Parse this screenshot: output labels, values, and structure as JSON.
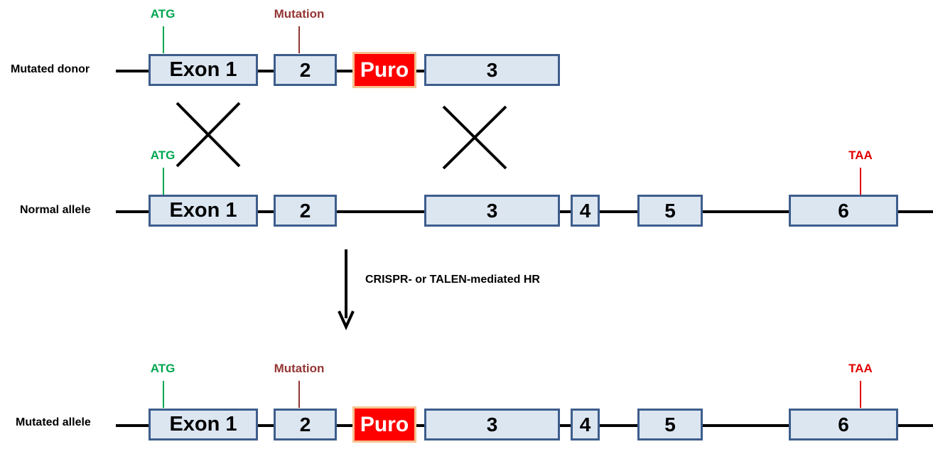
{
  "colors": {
    "exon_fill": "#dce6f1",
    "exon_border": "#3d5d8c",
    "puro_fill": "#ff0000",
    "puro_border": "#f6c28e",
    "atg": "#00a651",
    "mutation": "#943634",
    "taa": "#e00000"
  },
  "labels": {
    "donor": "Mutated donor",
    "normal": "Normal allele",
    "mutated": "Mutated allele"
  },
  "markers": {
    "atg": "ATG",
    "mutation": "Mutation",
    "taa": "TAA"
  },
  "exons": {
    "exon1": "Exon 1",
    "e2": "2",
    "e3": "3",
    "e4": "4",
    "e5": "5",
    "e6": "6",
    "puro": "Puro"
  },
  "caption": "CRISPR- or TALEN-mediated HR"
}
